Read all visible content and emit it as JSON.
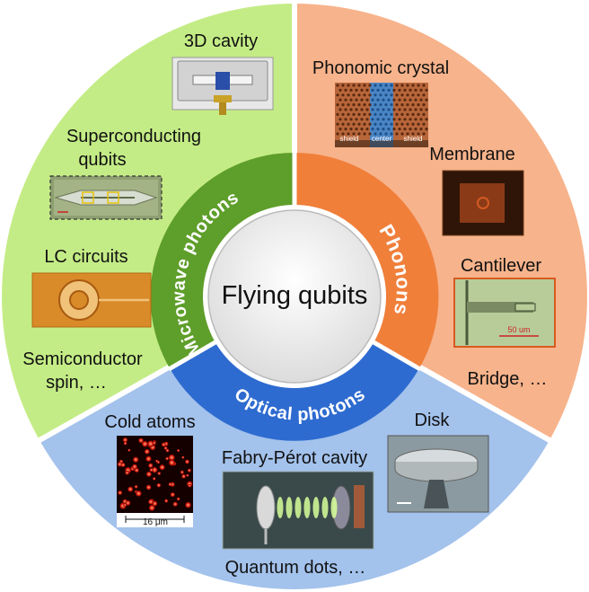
{
  "center": {
    "label": "Flying qubits"
  },
  "rings": [
    {
      "label": "Microwave photons",
      "color": "#5e9e2a",
      "outer_color": "#c4ec86"
    },
    {
      "label": "Phonons",
      "color": "#f07f3a",
      "outer_color": "#f7b38b"
    },
    {
      "label": "Optical photons",
      "color": "#2e6bd0",
      "outer_color": "#a3c2ec"
    }
  ],
  "microwave": {
    "items": [
      "3D cavity",
      "Superconducting",
      "qubits",
      "LC circuits",
      "Semiconductor",
      "spin, …"
    ]
  },
  "phonons": {
    "items": [
      "Phonomic crystal",
      "Membrane",
      "Cantilever",
      "Bridge, …"
    ],
    "crystal_tags": [
      "shield",
      "center",
      "shield"
    ],
    "cantilever_scale": "50 um"
  },
  "optical": {
    "items": [
      "Cold atoms",
      "Disk",
      "Fabry-Pérot cavity",
      "Quantum dots, …"
    ],
    "cold_atoms_scale": "16 μm"
  }
}
